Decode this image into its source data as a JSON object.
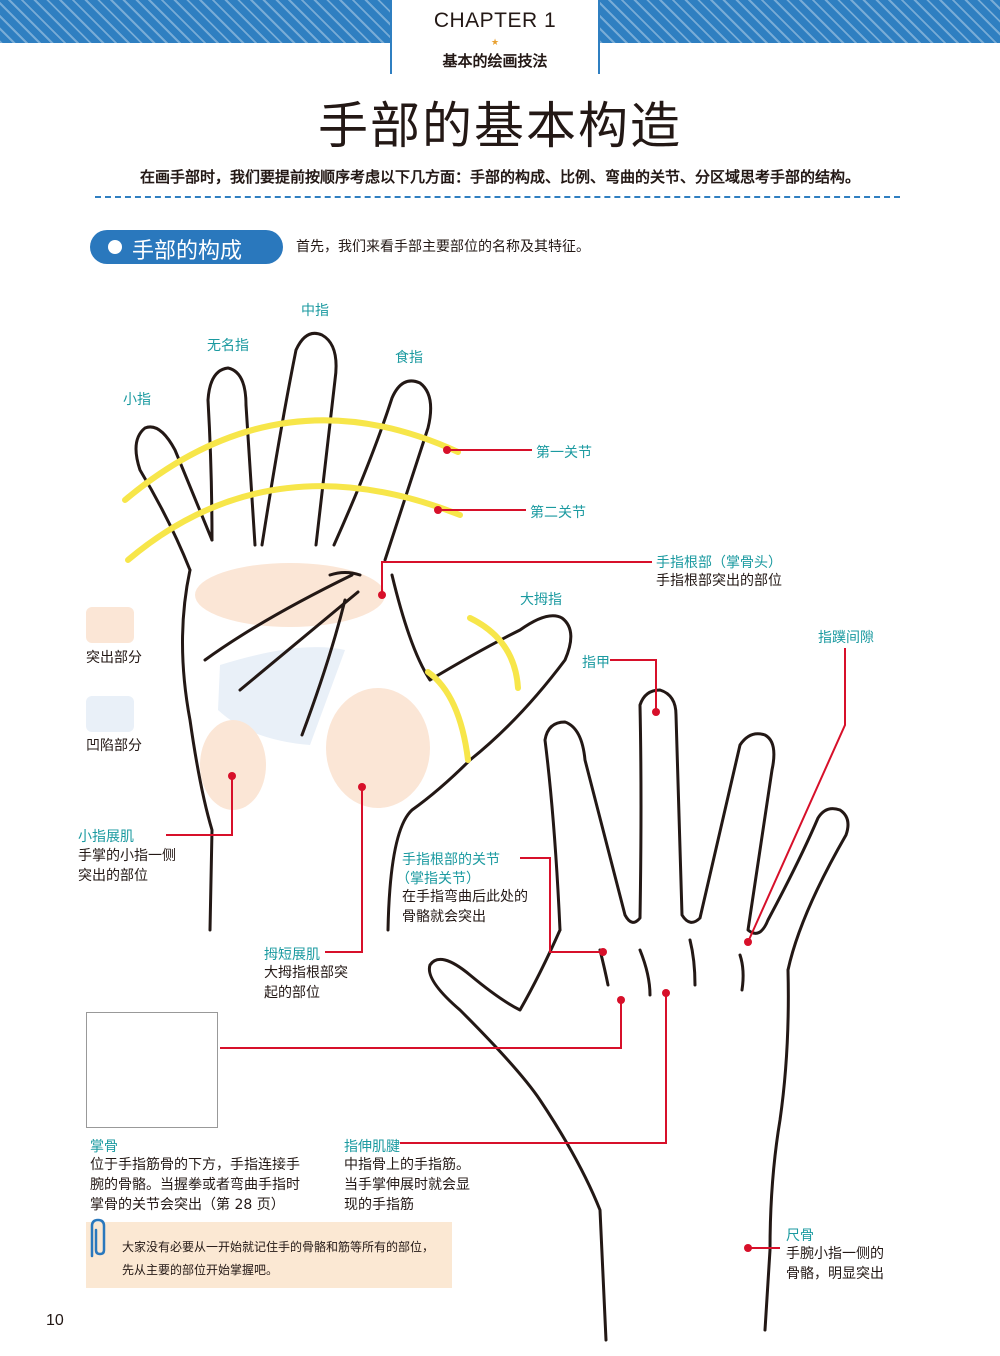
{
  "header": {
    "chapter": "CHAPTER 1",
    "subtitle": "基本的绘画技法"
  },
  "title": "手部的基本构造",
  "intro": "在画手部时，我们要提前按顺序考虑以下几方面：手部的构成、比例、弯曲的关节、分区域思考手部的结构。",
  "section": {
    "heading": "手部的构成",
    "intro": "首先，我们来看手部主要部位的名称及其特征。"
  },
  "fingers": {
    "middle": "中指",
    "ring": "无名指",
    "index": "食指",
    "little": "小指",
    "thumb": "大拇指"
  },
  "joints": {
    "first": "第一关节",
    "second": "第二关节"
  },
  "knuckle": {
    "label": "手指根部（掌骨头）",
    "desc": "手指根部突出的部位"
  },
  "legend": {
    "raised": "突出部分",
    "sunken": "凹陷部分",
    "raised_color": "#fbe6d6",
    "sunken_color": "#e9f0f8"
  },
  "hypothenar": {
    "label": "小指展肌",
    "desc_lines": [
      "手掌的小指一侧",
      "突出的部位"
    ]
  },
  "thenar": {
    "label": "拇短展肌",
    "desc_lines": [
      "大拇指根部突",
      "起的部位"
    ]
  },
  "web": "指蹼间隙",
  "nail": "指甲",
  "mcp": {
    "label_lines": [
      "手指根部的关节",
      "（掌指关节）"
    ],
    "desc_lines": [
      "在手指弯曲后此处的",
      "骨骼就会突出"
    ]
  },
  "metacarpal": {
    "label": "掌骨",
    "desc_lines": [
      "位于手指筋骨的下方，手指连接手",
      "腕的骨骼。当握拳或者弯曲手指时",
      "掌骨的关节会突出（第 28 页）"
    ]
  },
  "extensor": {
    "label": "指伸肌腱",
    "desc_lines": [
      "中指骨上的手指筋。",
      "当手掌伸展时就会显",
      "现的手指筋"
    ]
  },
  "ulna": {
    "label": "尺骨",
    "desc_lines": [
      "手腕小指一侧的",
      "骨骼，明显突出"
    ]
  },
  "note": "大家没有必要从一开始就记住手的骨骼和筋等所有的部位，先从主要的部位开始掌握吧。",
  "page_number": "10",
  "colors": {
    "accent_blue": "#2a78bd",
    "label_teal": "#1b9aa0",
    "leader_red": "#d7102a",
    "joint_yellow": "#f7e64a"
  }
}
